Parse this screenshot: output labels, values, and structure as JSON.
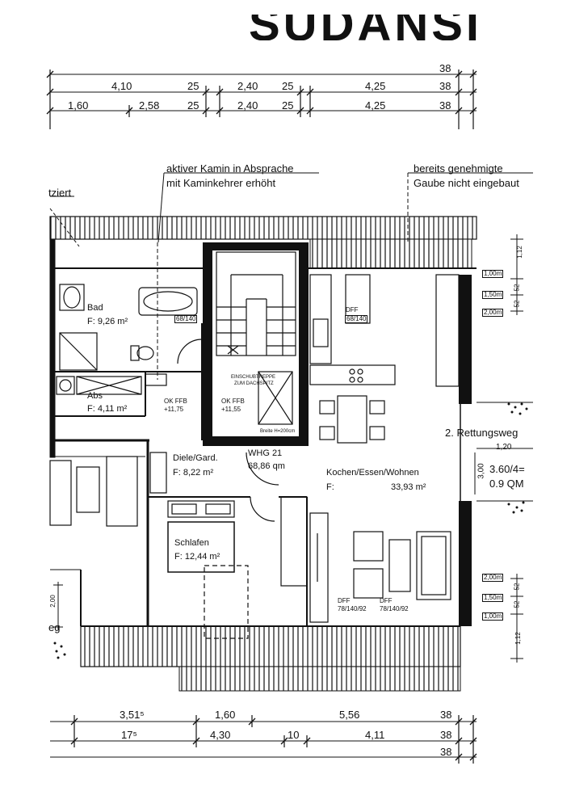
{
  "header": {
    "title_fragment": "SÜDANSI"
  },
  "dimensions": {
    "top_row1": [
      "38"
    ],
    "top_row2": [
      "4,10",
      "25",
      "2,40",
      "25",
      "4,25",
      "38"
    ],
    "top_row3": [
      "1,60",
      "2,58",
      "25",
      "2,40",
      "25",
      "4,25",
      "38"
    ],
    "bottom_row1": [
      "3,51⁵",
      "1,60",
      "5,56",
      "38"
    ],
    "bottom_row2": [
      "17⁵",
      "4,30",
      "10",
      "4,11",
      "38"
    ],
    "bottom_row3": [
      "38"
    ],
    "right_upper": [
      "1,12",
      "52",
      "52"
    ],
    "right_lower": [
      "52",
      "52",
      "1,12"
    ],
    "left_side": "2,00",
    "gap_width": "1,20",
    "gap_height": "3,00"
  },
  "notes": {
    "kamin_line1": "aktiver Kamin in Absprache",
    "kamin_line2": "mit Kaminkehrer erhöht",
    "gaube_line1": "bereits genehmigte",
    "gaube_line2": "Gaube nicht eingebaut",
    "partial_left": "tziert",
    "rettungsweg": "2. Rettungsweg",
    "window_spec_1": "3.60/4=",
    "window_spec_2": "0.9 QM",
    "partial_eg": "eg"
  },
  "rooms": {
    "bad_name": "Bad",
    "bad_area": "F: 9,26 m²",
    "abs_name": "Abs",
    "abs_area": "F: 4,11 m²",
    "diele_name": "Diele/Gard.",
    "diele_area": "F:  8,22 m²",
    "schlafen_name": "Schlafen",
    "schlafen_area": "F: 12,44 m²",
    "kochen_name": "Kochen/Essen/Wohnen",
    "kochen_area_label": "F:",
    "kochen_area": "33,93 m²",
    "whg_name": "WHG 21",
    "whg_area": "68,86 qm"
  },
  "annotations": {
    "ok_ffb_1_label": "OK FFB",
    "ok_ffb_1_val": "+11,75",
    "ok_ffb_2_label": "OK FFB",
    "ok_ffb_2_val": "+11,55",
    "stair_note_1": "EINSCHUBTREPPE",
    "stair_note_2": "ZUM DACHSPITZ",
    "stair_small": "Breite H=200cm",
    "dff_1": "68/140",
    "dff_2_label": "DFF",
    "dff_2": "68/140",
    "dff_3_label": "DFF",
    "dff_3": "78/140/92",
    "dff_4_label": "DFF",
    "dff_4": "78/140/92",
    "win_upper": [
      "1,00m",
      "1,50m",
      "2,00m"
    ],
    "win_lower": [
      "2,00m",
      "1,50m",
      "1,00m"
    ]
  }
}
